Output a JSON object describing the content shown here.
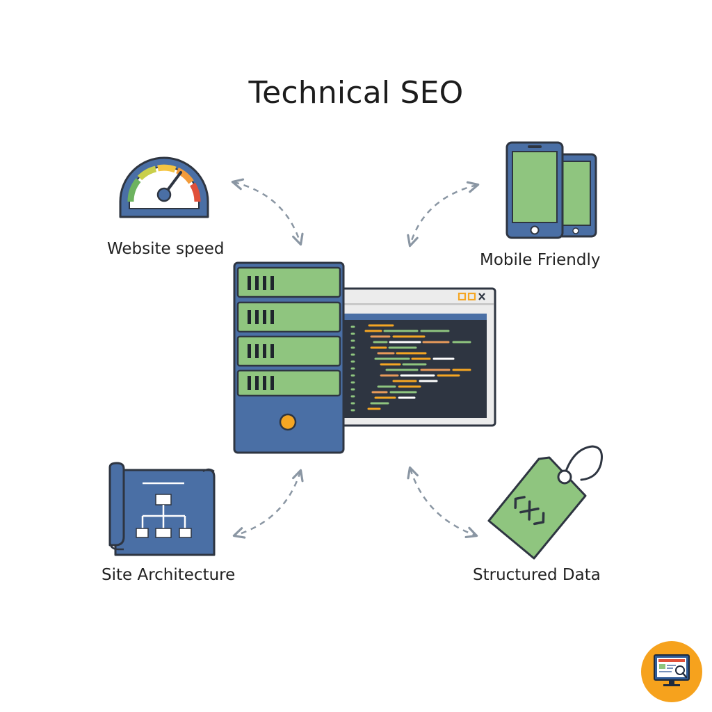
{
  "title": "Technical SEO",
  "nodes": [
    {
      "id": "website-speed",
      "label": "Website speed",
      "icon": "speedometer-icon"
    },
    {
      "id": "mobile-friendly",
      "label": "Mobile Friendly",
      "icon": "mobile-devices-icon"
    },
    {
      "id": "site-architecture",
      "label": "Site Architecture",
      "icon": "blueprint-icon"
    },
    {
      "id": "structured-data",
      "label": "Structured Data",
      "icon": "tag-icon"
    }
  ],
  "center": {
    "icons": [
      "server-rack-icon",
      "code-window-icon"
    ]
  },
  "badge": {
    "icon": "monitor-search-icon"
  },
  "colors": {
    "blue": "#4a6fa5",
    "green": "#8fc57f",
    "dark": "#2e3541",
    "orange": "#f5a623",
    "arrow": "#8a96a3"
  }
}
